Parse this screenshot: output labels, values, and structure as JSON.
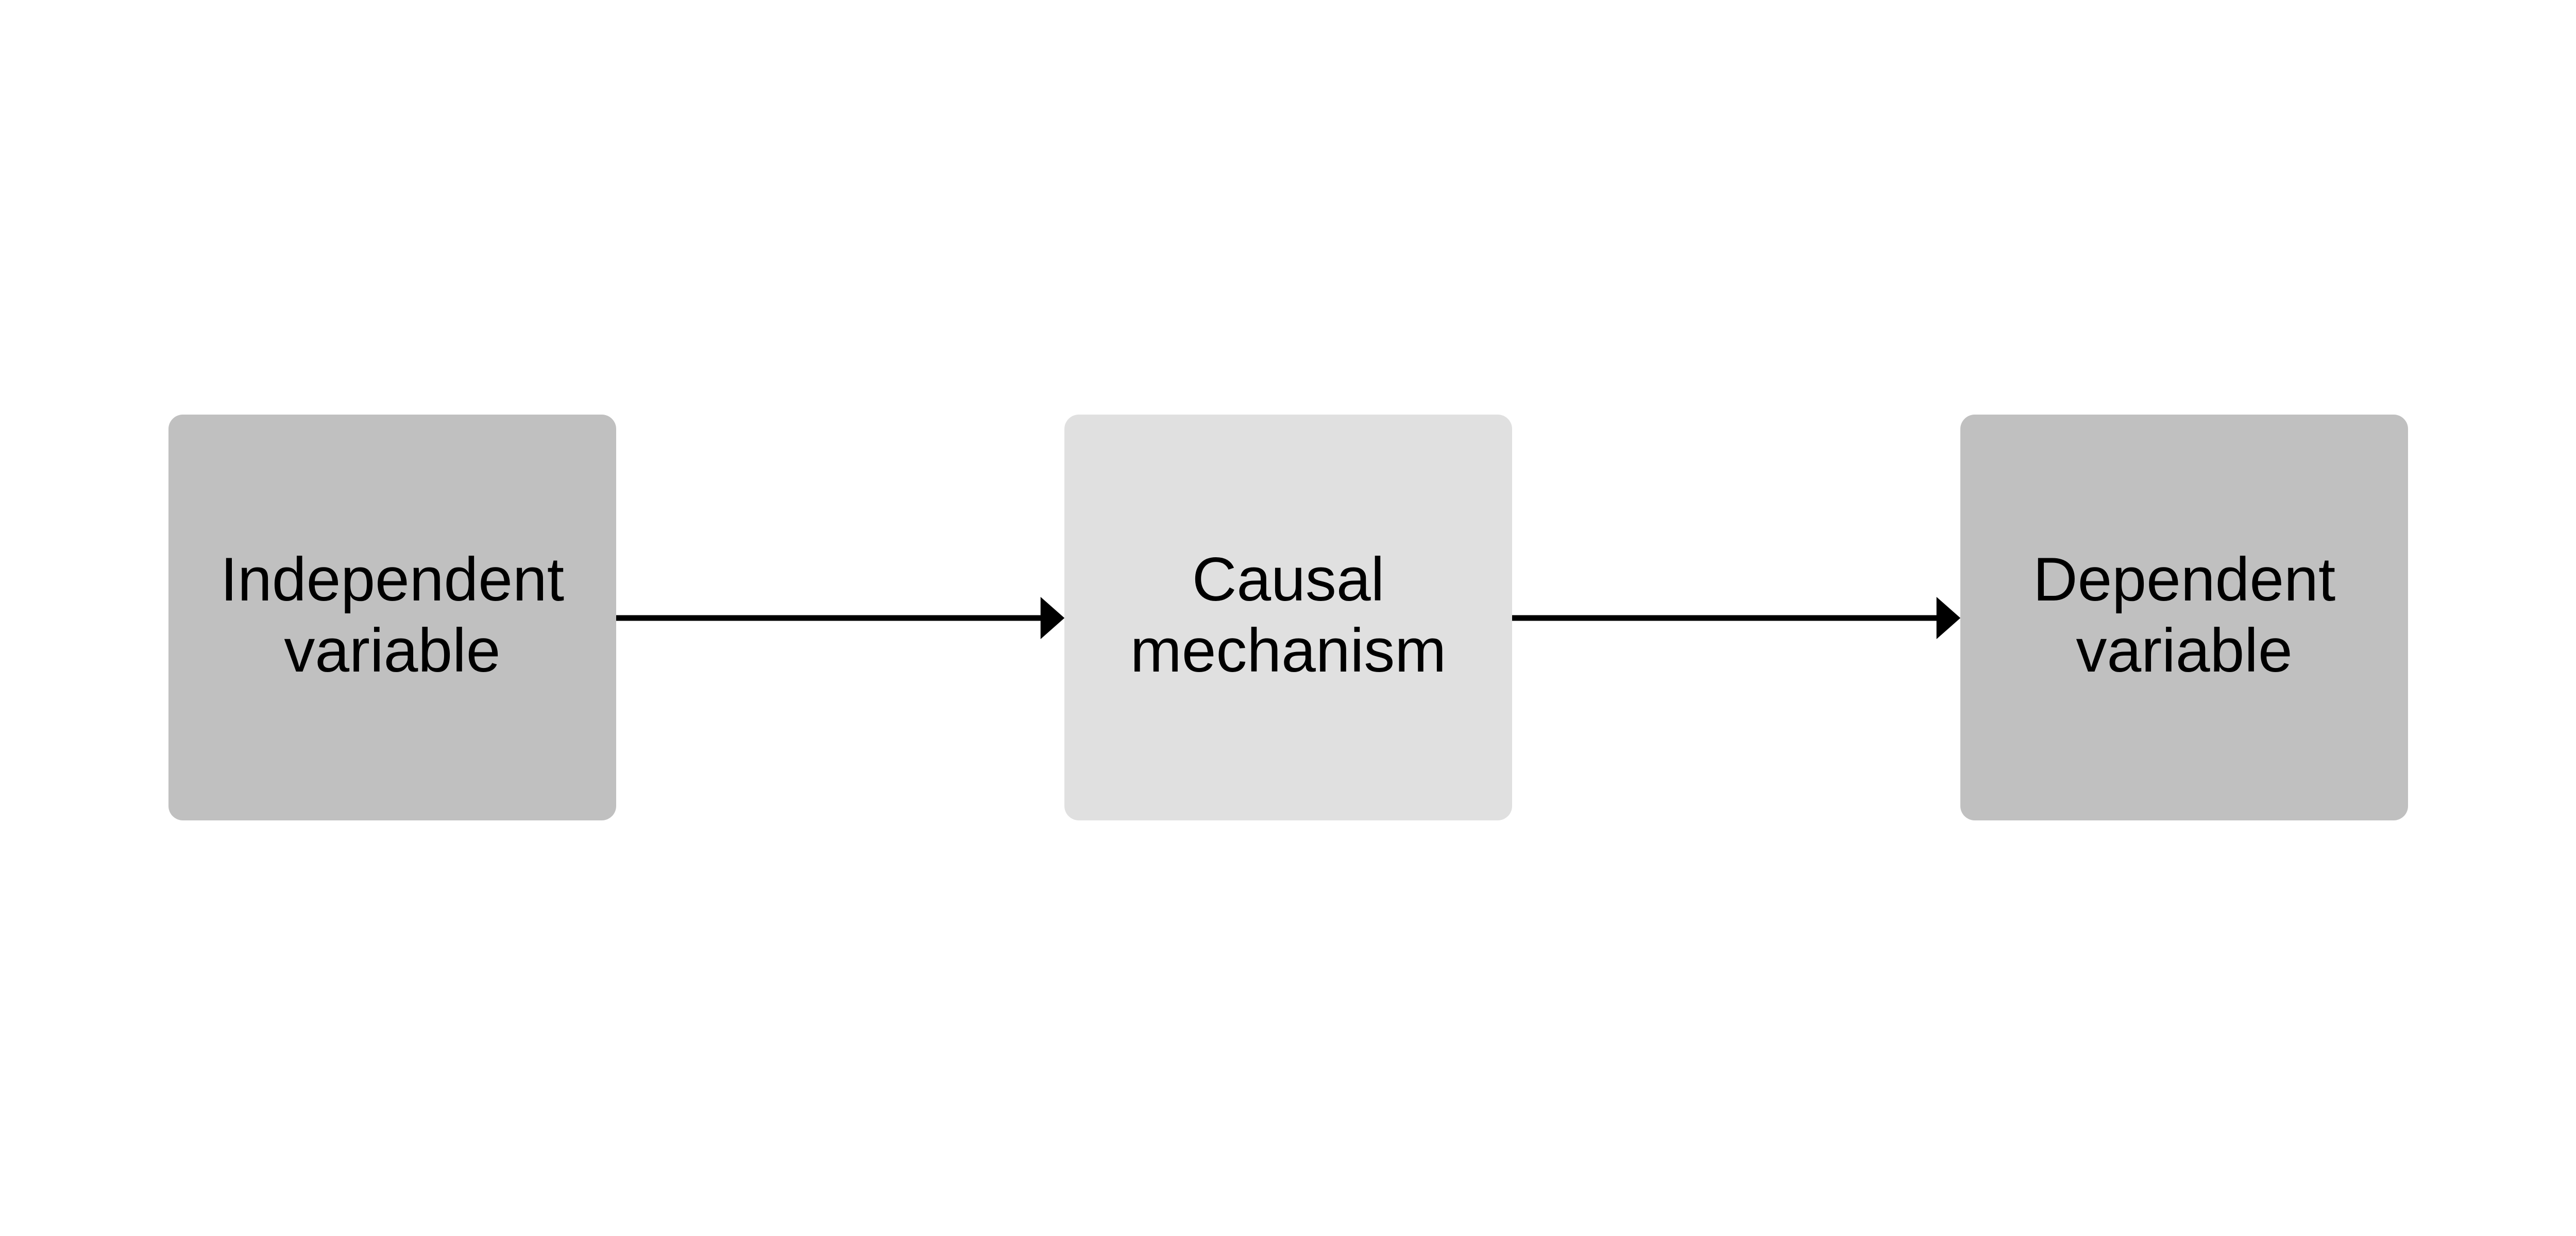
{
  "nodes": [
    {
      "label": "Independent variable",
      "color": "#c0c0c0"
    },
    {
      "label": "Causal mechanism",
      "color": "#e0e0e0"
    },
    {
      "label": "Dependent variable",
      "color": "#c0c0c0"
    }
  ],
  "edges": [
    {
      "from": "Independent variable",
      "to": "Causal mechanism"
    },
    {
      "from": "Causal mechanism",
      "to": "Dependent variable"
    }
  ]
}
